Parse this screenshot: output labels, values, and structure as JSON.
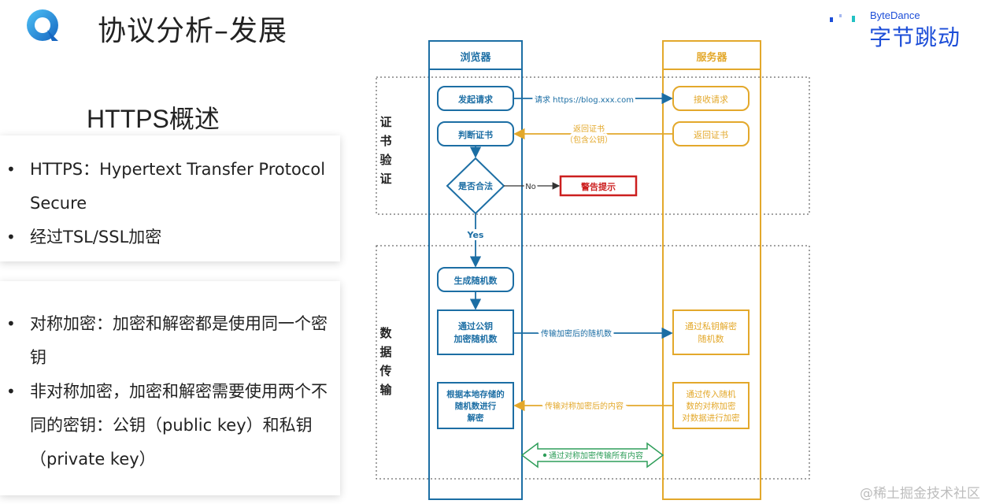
{
  "slide": {
    "title": "协议分析–发展",
    "brand_en": "ByteDance",
    "brand_cn": "字节跳动",
    "watermark": "@稀土掘金技术社区"
  },
  "left": {
    "heading": "HTTPS概述",
    "card1": [
      "HTTPS：Hypertext Transfer Protocol Secure",
      "经过TSL/SSL加密"
    ],
    "card2": [
      "对称加密：加密和解密都是使用同一个密钥",
      "非对称加密，加密和解密需要使用两个不同的密钥：公钥（public key）和私钥（private key）"
    ]
  },
  "diagram": {
    "lanes": {
      "browser": "浏览器",
      "server": "服务器"
    },
    "sections": {
      "cert": "证书验证",
      "data": "数据传输"
    },
    "nodes": {
      "send_request": "发起请求",
      "judge_cert": "判断证书",
      "is_valid": "是否合法",
      "warning": "警告提示",
      "gen_random": "生成随机数",
      "encrypt_random": [
        "通过公钥",
        "加密随机数"
      ],
      "decrypt_local": [
        "根据本地存储的",
        "随机数进行",
        "解密"
      ],
      "receive_request": "接收请求",
      "return_cert": "返回证书",
      "decrypt_private": [
        "通过私钥解密",
        "随机数"
      ],
      "encrypt_data": [
        "通过传入随机",
        "数的对称加密",
        "对数据进行加密"
      ]
    },
    "edges": {
      "request_label": "请求 https://blog.xxx.com",
      "return_cert_label": [
        "返回证书",
        "（包含公钥）"
      ],
      "no": "No",
      "yes": "Yes",
      "transfer_random": "传输加密后的随机数",
      "transfer_content": "传输对称加密后的内容",
      "symmetric_all": "通过对称加密传输所有内容"
    },
    "colors": {
      "blue": "#1c6ea4",
      "orange": "#e3a82b",
      "red": "#cc1f1f",
      "green": "#2f9e5a"
    }
  }
}
